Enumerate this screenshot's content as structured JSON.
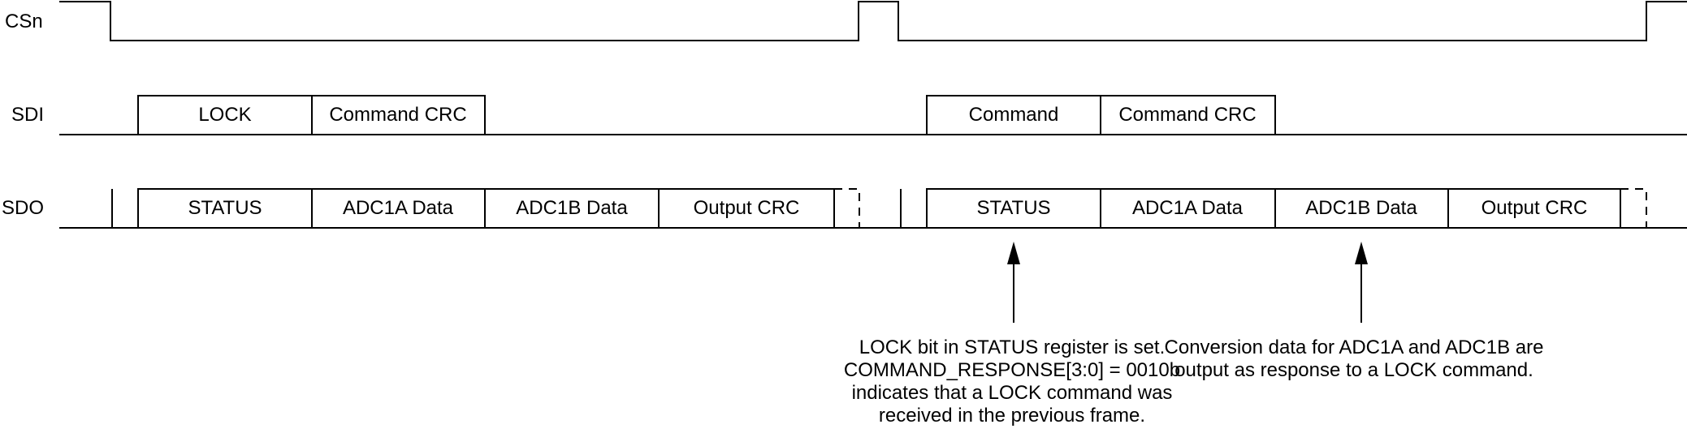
{
  "signals": {
    "csn": "CSn",
    "sdi": "SDI",
    "sdo": "SDO"
  },
  "sdi_frames": [
    [
      "LOCK",
      "Command CRC"
    ],
    [
      "Command",
      "Command CRC"
    ]
  ],
  "sdo_frames": [
    [
      "STATUS",
      "ADC1A Data",
      "ADC1B Data",
      "Output CRC"
    ],
    [
      "STATUS",
      "ADC1A Data",
      "ADC1B Data",
      "Output CRC"
    ]
  ],
  "annotations": {
    "status_note": [
      "LOCK bit in STATUS register is set.",
      "COMMAND_RESPONSE[3:0] = 0010b",
      "indicates that a LOCK command was",
      "received in the previous frame."
    ],
    "data_note": [
      "Conversion data for ADC1A and ADC1B are",
      "output as response to a LOCK command."
    ]
  }
}
